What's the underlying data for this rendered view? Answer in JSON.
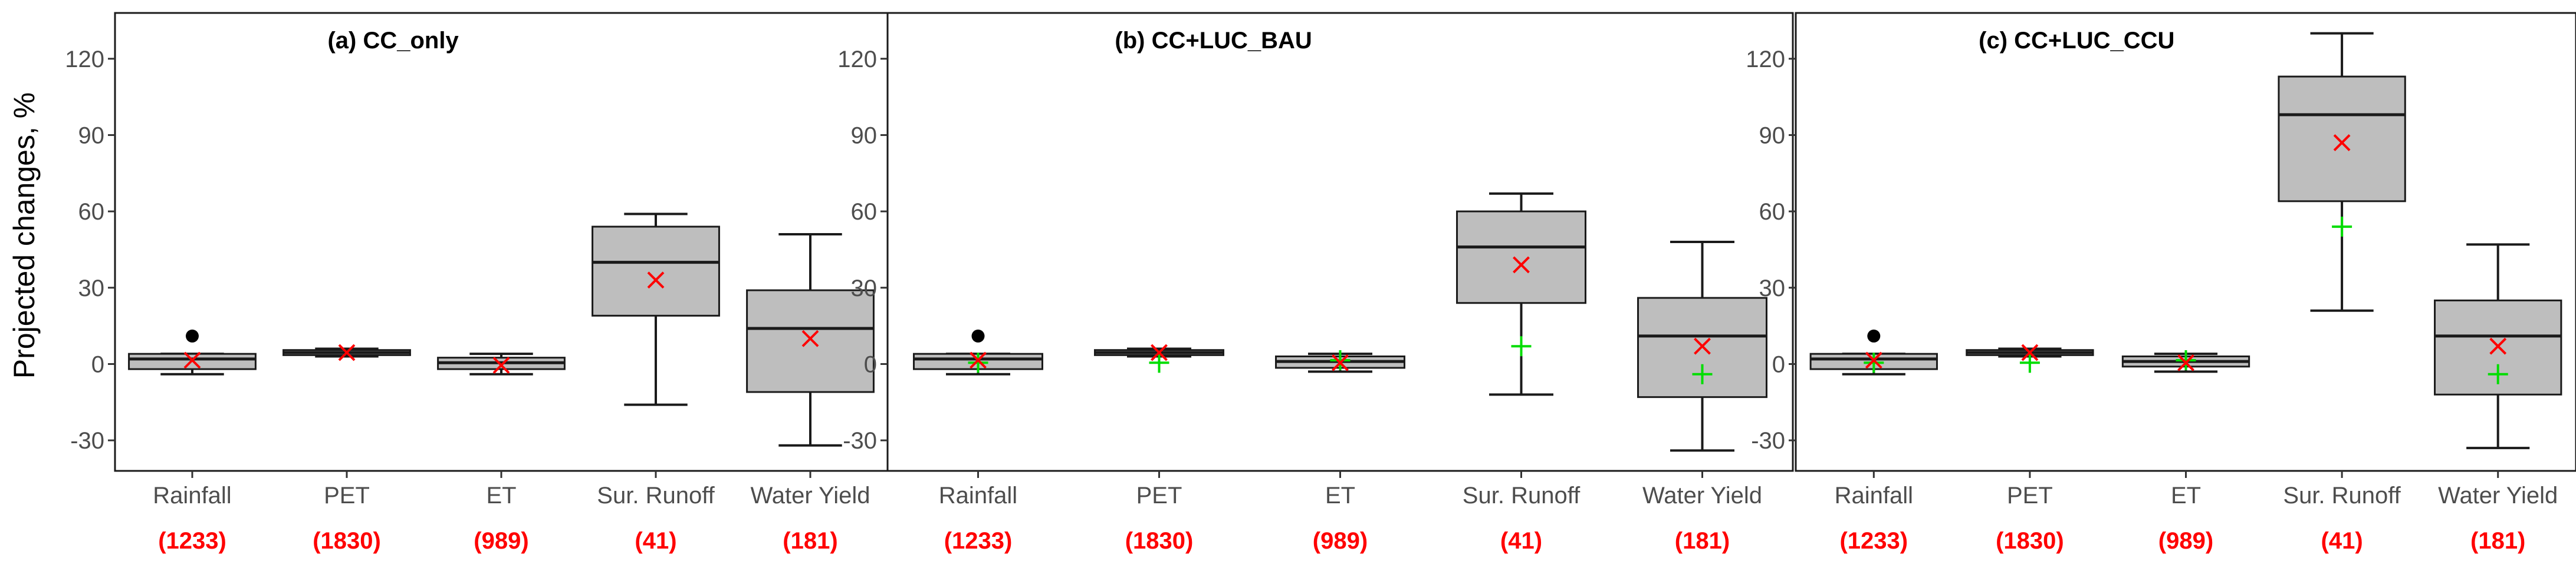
{
  "chart_data": {
    "type": "box",
    "ylabel": "Projected changes, %",
    "ylim": [
      -42,
      138
    ],
    "yticks": [
      -30,
      0,
      30,
      60,
      90,
      120
    ],
    "categories": [
      "Rainfall",
      "PET",
      "ET",
      "Sur. Runoff",
      "Water Yield"
    ],
    "category_counts": [
      "(1233)",
      "(1830)",
      "(989)",
      "(41)",
      "(181)"
    ],
    "colors": {
      "box_fill": "#bebebe",
      "mean_marker": "#ff0000",
      "second_marker": "#00dd00",
      "count_text": "#ff0000"
    },
    "panels": [
      {
        "title": "(a) CC_only",
        "boxes": [
          {
            "whisker_low": -4,
            "q1": -2,
            "median": 2,
            "q3": 4,
            "whisker_high": 4,
            "outliers": [
              11
            ],
            "mean": 1.5,
            "second": null
          },
          {
            "whisker_low": 3,
            "q1": 3.5,
            "median": 4.5,
            "q3": 5.5,
            "whisker_high": 6,
            "outliers": [],
            "mean": 4.5,
            "second": null
          },
          {
            "whisker_low": -4,
            "q1": -2,
            "median": 0.5,
            "q3": 2.5,
            "whisker_high": 4,
            "outliers": [],
            "mean": -0.5,
            "second": null
          },
          {
            "whisker_low": -16,
            "q1": 19,
            "median": 40,
            "q3": 54,
            "whisker_high": 59,
            "outliers": [],
            "mean": 33,
            "second": null
          },
          {
            "whisker_low": -32,
            "q1": -11,
            "median": 14,
            "q3": 29,
            "whisker_high": 51,
            "outliers": [],
            "mean": 10,
            "second": null
          }
        ]
      },
      {
        "title": "(b) CC+LUC_BAU",
        "boxes": [
          {
            "whisker_low": -4,
            "q1": -2,
            "median": 2,
            "q3": 4,
            "whisker_high": 4,
            "outliers": [
              11
            ],
            "mean": 1.5,
            "second": 0.5
          },
          {
            "whisker_low": 3,
            "q1": 3.5,
            "median": 4.5,
            "q3": 5.5,
            "whisker_high": 6,
            "outliers": [],
            "mean": 4.5,
            "second": 0.5
          },
          {
            "whisker_low": -3,
            "q1": -1.5,
            "median": 1,
            "q3": 3,
            "whisker_high": 4,
            "outliers": [],
            "mean": 0.5,
            "second": 1.5
          },
          {
            "whisker_low": -12,
            "q1": 24,
            "median": 46,
            "q3": 60,
            "whisker_high": 67,
            "outliers": [],
            "mean": 39,
            "second": 7
          },
          {
            "whisker_low": -34,
            "q1": -13,
            "median": 11,
            "q3": 26,
            "whisker_high": 48,
            "outliers": [],
            "mean": 7,
            "second": -4
          }
        ]
      },
      {
        "title": "(c) CC+LUC_CCU",
        "boxes": [
          {
            "whisker_low": -4,
            "q1": -2,
            "median": 2,
            "q3": 4,
            "whisker_high": 4,
            "outliers": [
              11
            ],
            "mean": 1.5,
            "second": 0.5
          },
          {
            "whisker_low": 3,
            "q1": 3.5,
            "median": 4.5,
            "q3": 5.5,
            "whisker_high": 6,
            "outliers": [],
            "mean": 4.5,
            "second": 0.5
          },
          {
            "whisker_low": -3,
            "q1": -1,
            "median": 1,
            "q3": 3,
            "whisker_high": 4,
            "outliers": [],
            "mean": 0.5,
            "second": 1.5
          },
          {
            "whisker_low": 21,
            "q1": 64,
            "median": 98,
            "q3": 113,
            "whisker_high": 130,
            "outliers": [],
            "mean": 87,
            "second": 54
          },
          {
            "whisker_low": -33,
            "q1": -12,
            "median": 11,
            "q3": 25,
            "whisker_high": 47,
            "outliers": [],
            "mean": 7,
            "second": -4
          }
        ]
      }
    ]
  }
}
